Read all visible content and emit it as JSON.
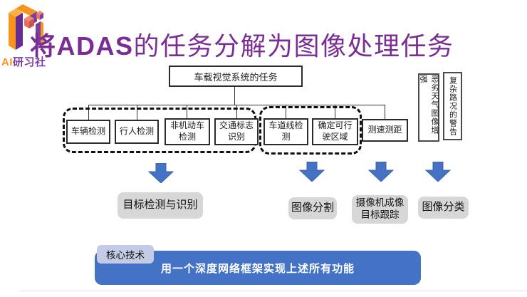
{
  "brand": {
    "logo_icon": "pi-cubes-logo",
    "logo_ai": "AI",
    "logo_rest": "研习社"
  },
  "title": {
    "prefix": "将ADAS",
    "rest": "的任务分解为图像处理任务"
  },
  "diagram": {
    "root": {
      "label": "车载视觉系统的任务"
    },
    "tasks": [
      {
        "label": "车辆检测"
      },
      {
        "label": "行人检测"
      },
      {
        "label": "非机动车\n检测"
      },
      {
        "label": "交通标志\n识别"
      },
      {
        "label": "车道线检\n测"
      },
      {
        "label": "确定可行\n驶区域"
      },
      {
        "label": "测速测距"
      }
    ],
    "side_tasks": [
      {
        "label": "恶劣天气图像增强"
      },
      {
        "label": "复杂路况的警告"
      }
    ],
    "categories": [
      {
        "label": "目标检测与识别"
      },
      {
        "label": "图像分割"
      },
      {
        "label": "摄像机成像\n目标跟踪"
      },
      {
        "label": "图像分类"
      }
    ]
  },
  "footer": {
    "tag": "核心技术",
    "statement": "用一个深度网络框架实现上述所有功能"
  },
  "colors": {
    "title_purple": "#7A2E95",
    "arrow_blue": "#4472C4",
    "footer_blue": "#4472C4",
    "tag_lavender": "#C3CCE4",
    "category_gray": "#D7D7D7",
    "logo_orange": "#F7941E",
    "logo_purple": "#7B3FA0",
    "logo_salmon": "#EF8977"
  }
}
